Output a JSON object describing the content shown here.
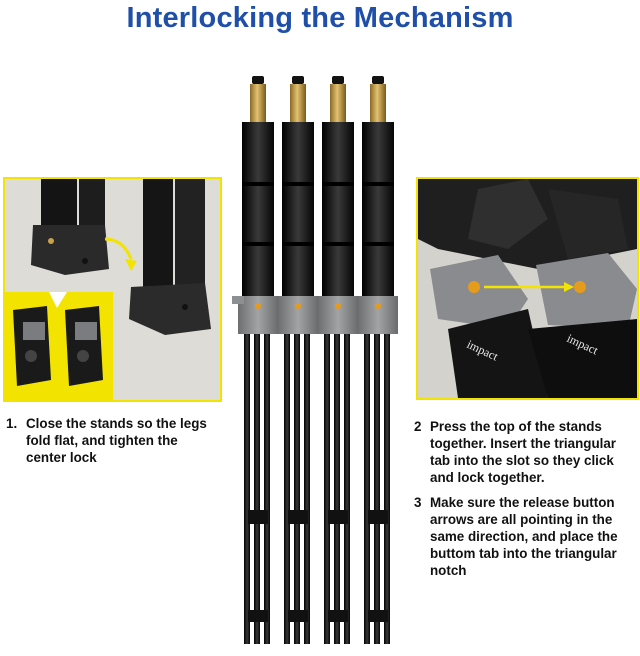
{
  "title": "Interlocking the Mechanism",
  "brand": "impact",
  "steps": [
    {
      "number": "1.",
      "text": "Close the stands so the legs fold flat, and tighten the center lock"
    },
    {
      "number": "2",
      "text": "Press the top of the stands together. Insert the triangular tab into the slot so they click and lock together."
    },
    {
      "number": "3",
      "text": "Make sure the release button arrows are all pointing in the same direction, and place the buttom tab into the triangular notch"
    }
  ],
  "colors": {
    "title": "#1f4fa8",
    "panel_border": "#f2e300",
    "stand_black": "#151515",
    "brass": "#c9a24a",
    "clamp_gray": "#8e8f92"
  }
}
